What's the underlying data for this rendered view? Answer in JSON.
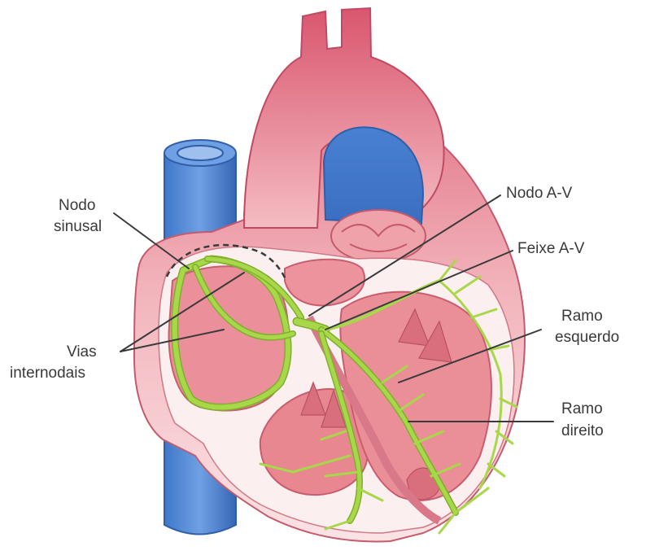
{
  "labels": {
    "nodo_sinusal": [
      "Nodo",
      "sinusal"
    ],
    "vias_internodais": [
      "Vias",
      "internodais"
    ],
    "nodo_av": "Nodo A-V",
    "feixe_av": "Feixe A-V",
    "ramo_esquerdo": [
      "Ramo",
      "esquerdo"
    ],
    "ramo_direito": [
      "Ramo",
      "direito"
    ]
  },
  "colors": {
    "tissue_pink": "#e98a96",
    "tissue_light": "#f6c7cc",
    "chamber_pink": "#f2a9b1",
    "vessel_blue": "#4f86d6",
    "vessel_blue_dark": "#2f5fa8",
    "conduction_green": "#a8d84a",
    "label_text": "#3a3a3a"
  }
}
